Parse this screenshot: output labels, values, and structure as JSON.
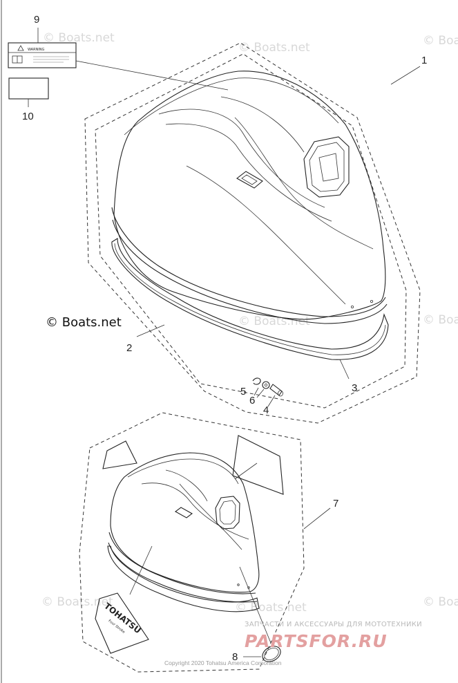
{
  "callouts": {
    "c1": "1",
    "c2": "2",
    "c3": "3",
    "c4": "4",
    "c5": "5",
    "c6": "6",
    "c7": "7",
    "c8": "8",
    "c9": "9",
    "c10": "10"
  },
  "watermarks": {
    "small": "© Boats.net",
    "main": "© Boats.net"
  },
  "labels": {
    "warning": "WARNING",
    "decal_brand": "TOHATSU",
    "decal_sub": "Four Stroke"
  },
  "footer": {
    "copyright": "Copyright 2020 Tohatsu America Corporation",
    "brand_tagline": "ЗАПЧАСТИ И АКСЕССУАРЫ ДЛЯ МОТОТЕХНИКИ",
    "brand_logo": "PARTSFOR.RU"
  },
  "colors": {
    "line": "#222222",
    "watermark": "#d8d8d8",
    "brand": "#e3a0a0"
  }
}
